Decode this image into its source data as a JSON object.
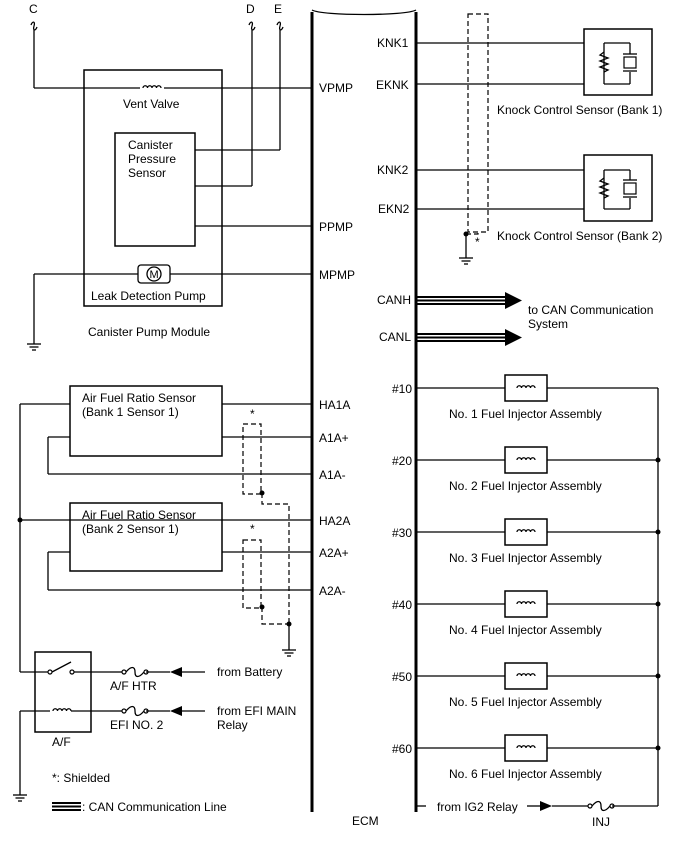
{
  "connectors": {
    "c": "C",
    "d": "D",
    "e": "E"
  },
  "canister": {
    "vent_valve": "Vent Valve",
    "pressure_sensor": [
      "Canister",
      "Pressure",
      "Sensor"
    ],
    "leak_pump": "Leak Detection Pump",
    "module_label": "Canister Pump Module",
    "pump_symbol": "M"
  },
  "af_sensor_1": {
    "line1": "Air Fuel Ratio Sensor",
    "line2": "(Bank 1 Sensor 1)"
  },
  "af_sensor_2": {
    "line1": "Air Fuel Ratio Sensor",
    "line2": "(Bank 2 Sensor 1)"
  },
  "ecm": {
    "label": "ECM",
    "left_pins": [
      "VPMP",
      "PPMP",
      "MPMP",
      "HA1A",
      "A1A+",
      "A1A-",
      "HA2A",
      "A2A+",
      "A2A-"
    ],
    "right_pins": [
      "KNK1",
      "EKNK",
      "KNK2",
      "EKN2",
      "CANH",
      "CANL",
      "#10",
      "#20",
      "#30",
      "#40",
      "#50",
      "#60"
    ]
  },
  "knock": {
    "bank1": "Knock Control Sensor (Bank 1)",
    "bank2": "Knock Control Sensor (Bank 2)"
  },
  "can": {
    "line1": "to CAN Communication",
    "line2": "System"
  },
  "injectors": [
    "No. 1 Fuel Injector Assembly",
    "No. 2 Fuel Injector Assembly",
    "No. 3 Fuel Injector Assembly",
    "No. 4 Fuel Injector Assembly",
    "No. 5 Fuel Injector Assembly",
    "No. 6 Fuel Injector Assembly"
  ],
  "relay": {
    "name": "A/F",
    "af_htr": "A/F HTR",
    "efi_no2": "EFI NO. 2",
    "from_battery": "from Battery",
    "from_efi_main_1": "from EFI MAIN",
    "from_efi_main_2": "Relay"
  },
  "ig2": {
    "from_ig2": "from IG2 Relay",
    "inj": "INJ"
  },
  "legend": {
    "star": "*",
    "shielded": "*: Shielded",
    "can_line": ": CAN Communication Line"
  }
}
